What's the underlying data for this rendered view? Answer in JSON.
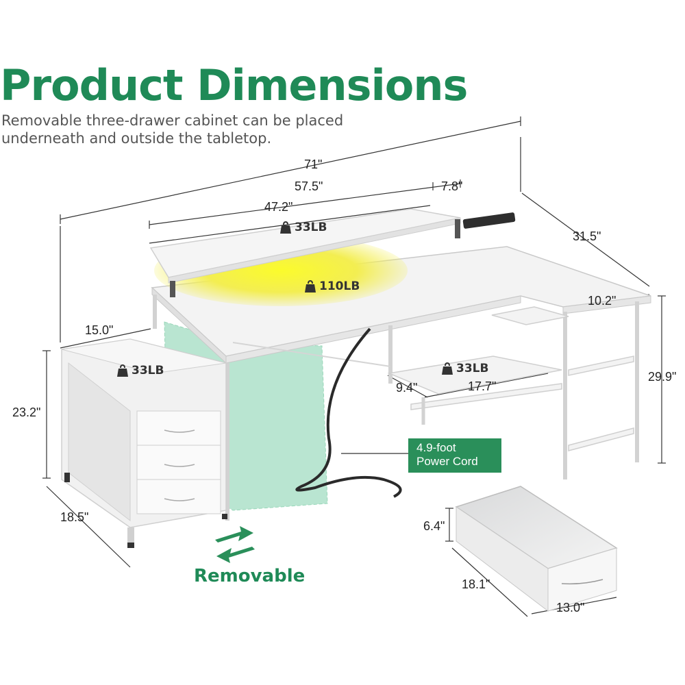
{
  "header": {
    "title": "Product Dimensions",
    "subtitle_line1": "Removable three-drawer cabinet can be placed",
    "subtitle_line2": "underneath and outside the tabletop."
  },
  "dimensions": {
    "total_width": "71\"",
    "desk_width": "57.5\"",
    "outlet_width": "7.8\"",
    "monitor_shelf_width": "47.2\"",
    "side_length": "31.5\"",
    "side_depth": "10.2\"",
    "height": "29.9\"",
    "cabinet_top": "15.0\"",
    "cabinet_height": "23.2\"",
    "cabinet_depth": "18.5\"",
    "shelf_depth": "9.4\"",
    "shelf_width": "17.7\"",
    "drawer_height": "6.4\"",
    "drawer_length": "18.1\"",
    "drawer_width": "13.0\""
  },
  "loads": {
    "monitor_shelf": "33LB",
    "desktop": "110LB",
    "cabinet": "33LB",
    "lower_shelf": "33LB"
  },
  "callouts": {
    "power_cord_line1": "4.9-foot",
    "power_cord_line2": "Power Cord",
    "removable": "Removable"
  },
  "colors": {
    "brand_green": "#1f8a57",
    "led_glow": "#f4f04a",
    "ghost_cabinet": "#a8dfc6"
  }
}
